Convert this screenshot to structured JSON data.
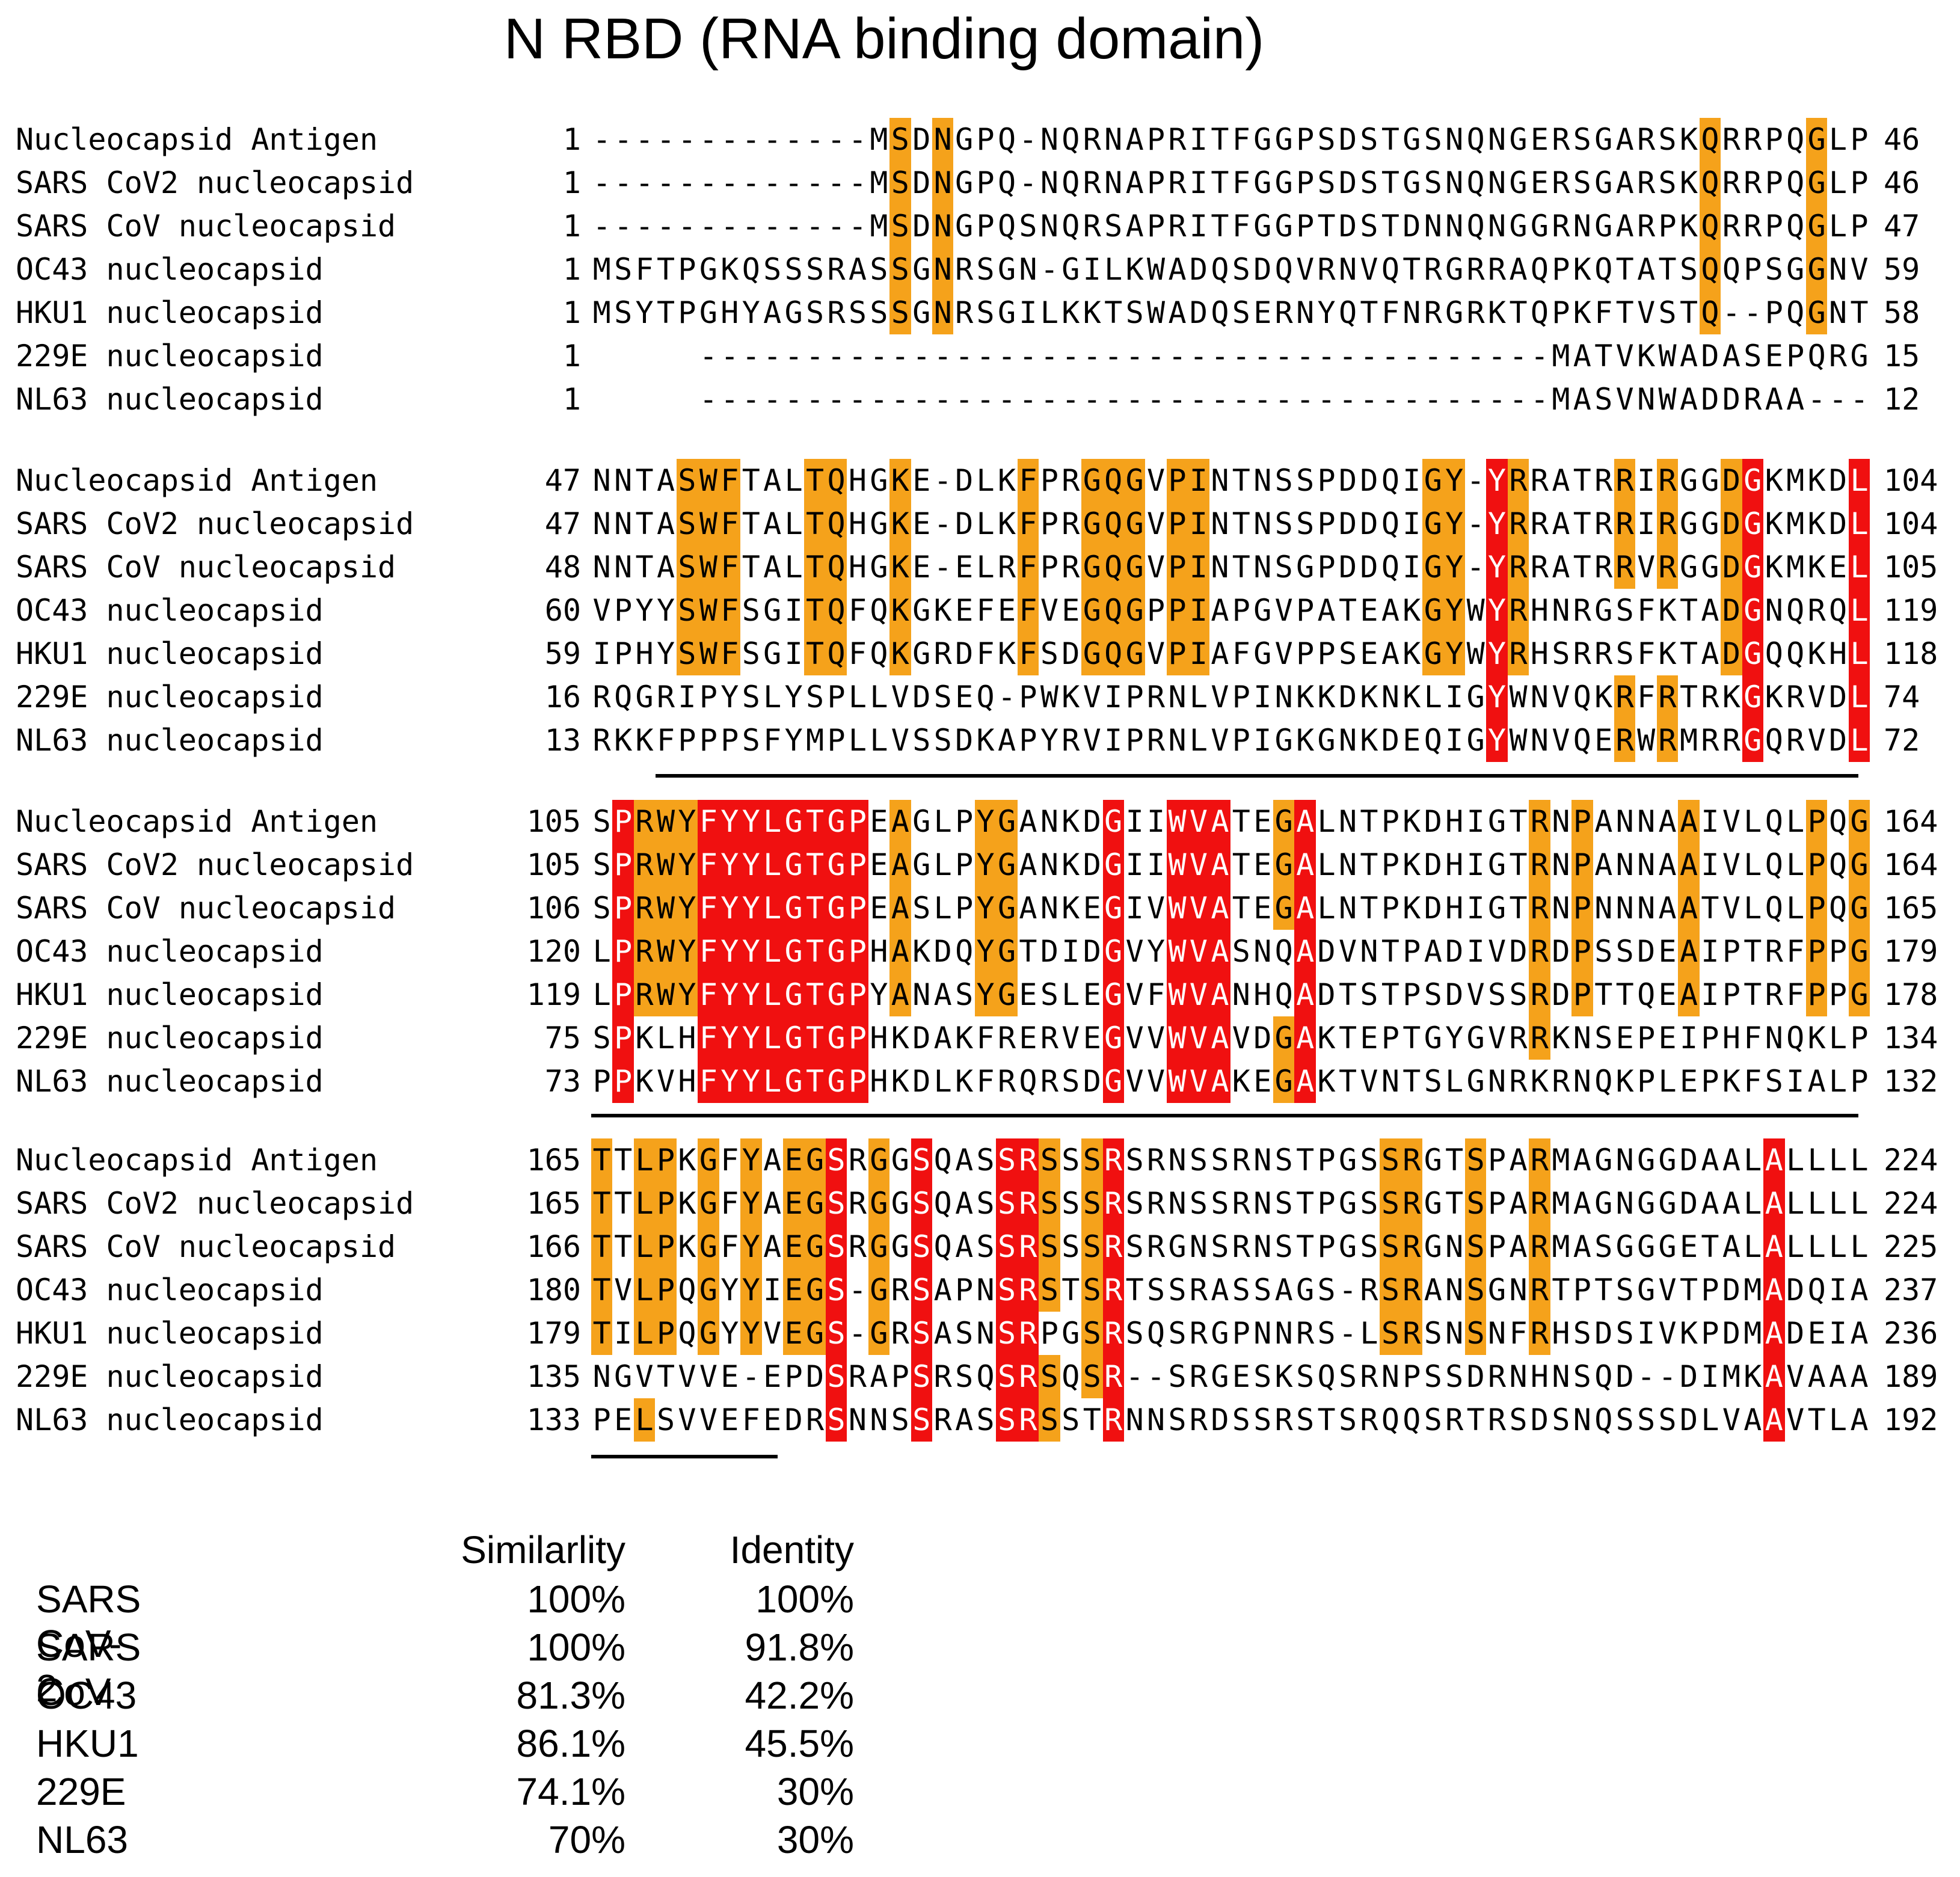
{
  "title": "N RBD (RNA binding domain)",
  "blocks": [
    {
      "rows": [
        {
          "name": "Nucleocapsid Antigen",
          "start": "1",
          "seq": "-------------MSDNGPQ-NQRNAPRITFGGPSDSTGSNQNGERSGARSKQRRPQGLP",
          "end": "46"
        },
        {
          "name": "SARS CoV2 nucleocapsid",
          "start": "1",
          "seq": "-------------MSDNGPQ-NQRNAPRITFGGPSDSTGSNQNGERSGARSKQRRPQGLP",
          "end": "46"
        },
        {
          "name": "SARS CoV nucleocapsid",
          "start": "1",
          "seq": "-------------MSDNGPQSNQRSAPRITFGGPTDSTDNNQNGGRNGARPKQRRPQGLP",
          "end": "47"
        },
        {
          "name": "OC43 nucleocapsid",
          "start": "1",
          "seq": "MSFTPGKQSSSRASSGNRSGN-GILKWADQSDQVRNVQTRGRRAQPKQTATSQQPSGGNV",
          "end": "59"
        },
        {
          "name": "HKU1 nucleocapsid",
          "start": "1",
          "seq": "MSYTPGHYAGSRSSSGNRSGILKKTSWADQSERNYQTFNRGRKTQPKFTVSTQ--PQGNT",
          "end": "58"
        },
        {
          "name": "229E nucleocapsid",
          "start": "1",
          "seq": "----------------------------------------MATVKWADASEPQRG",
          "end": "15"
        },
        {
          "name": "NL63 nucleocapsid",
          "start": "1",
          "seq": "----------------------------------------MASVNWADDRAA---",
          "end": "12"
        }
      ]
    },
    {
      "rows": [
        {
          "name": "Nucleocapsid Antigen",
          "start": "47",
          "seq": "NNTASWFTALTQHGKE-DLKFPRGQGVPINTNSSPDDQIGY-YRRATRRIRGGDGKMKDL",
          "end": "104"
        },
        {
          "name": "SARS CoV2 nucleocapsid",
          "start": "47",
          "seq": "NNTASWFTALTQHGKE-DLKFPRGQGVPINTNSSPDDQIGY-YRRATRRIRGGDGKMKDL",
          "end": "104"
        },
        {
          "name": "SARS CoV nucleocapsid",
          "start": "48",
          "seq": "NNTASWFTALTQHGKE-ELRFPRGQGVPINTNSGPDDQIGY-YRRATRRVRGGDGKMKEL",
          "end": "105"
        },
        {
          "name": "OC43 nucleocapsid",
          "start": "60",
          "seq": "VPYYSWFSGITQFQKGKEFEFVEGQGPPIAPGVPATEAKGYWYRHNRGSFKTADGNQRQL",
          "end": "119"
        },
        {
          "name": "HKU1 nucleocapsid",
          "start": "59",
          "seq": "IPHYSWFSGITQFQKGRDFKFSDGQGVPIAFGVPPSEAKGYWYRHSRRSFKTADGQQKHL",
          "end": "118"
        },
        {
          "name": "229E nucleocapsid",
          "start": "16",
          "seq": "RQGRIPYSLYSPLLVDSEQ-PWKVIPRNLVPINKKDKNKLIGYWNVQKRFRTRKGKRVDL",
          "end": "74"
        },
        {
          "name": "NL63 nucleocapsid",
          "start": "13",
          "seq": "RKKFPPPSFYMPLLVSSDKAPYRVIPRNLVPIGKGNKDEQIGYWNVQERWRMRRGQRVDL",
          "end": "72"
        }
      ]
    },
    {
      "rows": [
        {
          "name": "Nucleocapsid Antigen",
          "start": "105",
          "seq": "SPRWYFYYLGTGPEAGLPYGANKDGIIWVATEGALNTPKDHIGTRNPANNAAIVLQLPQG",
          "end": "164"
        },
        {
          "name": "SARS CoV2 nucleocapsid",
          "start": "105",
          "seq": "SPRWYFYYLGTGPEAGLPYGANKDGIIWVATEGALNTPKDHIGTRNPANNAAIVLQLPQG",
          "end": "164"
        },
        {
          "name": "SARS CoV nucleocapsid",
          "start": "106",
          "seq": "SPRWYFYYLGTGPEASLPYGANKEGIVWVATEGALNTPKDHIGTRNPNNNAATVLQLPQG",
          "end": "165"
        },
        {
          "name": "OC43 nucleocapsid",
          "start": "120",
          "seq": "LPRWYFYYLGTGPHAKDQYGTDIDGVYWVASNQADVNTPADIVDRDPSSDEAIPTRFPPG",
          "end": "179"
        },
        {
          "name": "HKU1 nucleocapsid",
          "start": "119",
          "seq": "LPRWYFYYLGTGPYANASYGESLEGVFWVANHQADTSTPSDVSSRDPTTQEAIPTRFPPG",
          "end": "178"
        },
        {
          "name": "229E nucleocapsid",
          "start": "75",
          "seq": "SPKLHFYYLGTGPHKDAKFRERVEGVVWVAVDGAKTEPTGYGVRRKNSEPEIPHFNQKLP",
          "end": "134"
        },
        {
          "name": "NL63 nucleocapsid",
          "start": "73",
          "seq": "PPKVHFYYLGTGPHKDLKFRQRSDGVVWVAKEGAKTVNTSLGNRKRNQKPLEPKFSIALP",
          "end": "132"
        }
      ]
    },
    {
      "rows": [
        {
          "name": "Nucleocapsid Antigen",
          "start": "165",
          "seq": "TTLPKGFYAEGSRGGSQASSRSSSRSRNSSRNSTPGSSRGTSPARMAGNGGDAALALLLL",
          "end": "224"
        },
        {
          "name": "SARS CoV2 nucleocapsid",
          "start": "165",
          "seq": "TTLPKGFYAEGSRGGSQASSRSSSRSRNSSRNSTPGSSRGTSPARMAGNGGDAALALLLL",
          "end": "224"
        },
        {
          "name": "SARS CoV nucleocapsid",
          "start": "166",
          "seq": "TTLPKGFYAEGSRGGSQASSRSSSRSRGNSRNSTPGSSRGNSPARMASGGGETALALLLL",
          "end": "225"
        },
        {
          "name": "OC43 nucleocapsid",
          "start": "180",
          "seq": "TVLPQGYYIEGS-GRSAPNSRSTSRTSSRASSAGS-RSRANSGNRTPTSGVTPDMADQIA",
          "end": "237"
        },
        {
          "name": "HKU1 nucleocapsid",
          "start": "179",
          "seq": "TILPQGYYVEGS-GRSASNSRPGSRSQSRGPNNRS-LSRSNSNFRHSDSIVKPDMADEIA",
          "end": "236"
        },
        {
          "name": "229E nucleocapsid",
          "start": "135",
          "seq": "NGVTVVE-EPDSRAPSRSQSRSQSR--SRGESKSQSRNPSSDRNHNSQD--DIMKAVAAA",
          "end": "189"
        },
        {
          "name": "NL63 nucleocapsid",
          "start": "133",
          "seq": "PELSVVEFEDRSNNSSRASSRSSTRNNSRDSSRSTSRQQSRTRSDSNQSSSDLVAAVTLA",
          "end": "192"
        }
      ]
    }
  ],
  "colors": {
    "similar": "#f5a21b",
    "identical": "#f01010"
  },
  "stats": {
    "headers": [
      "Similarlity",
      "Identity"
    ],
    "rows": [
      {
        "label": "SARS CoV-2",
        "similarity": "100%",
        "identity": "100%"
      },
      {
        "label": "SARS CoV",
        "similarity": "100%",
        "identity": "91.8%"
      },
      {
        "label": "OC43",
        "similarity": "81.3%",
        "identity": "42.2%"
      },
      {
        "label": "HKU1",
        "similarity": "86.1%",
        "identity": "45.5%"
      },
      {
        "label": "229E",
        "similarity": "74.1%",
        "identity": "30%"
      },
      {
        "label": "NL63",
        "similarity": "70%",
        "identity": "30%"
      }
    ]
  }
}
